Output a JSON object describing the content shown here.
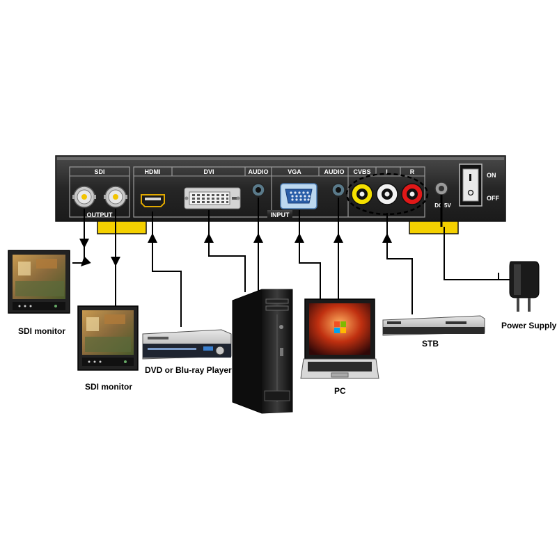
{
  "panel": {
    "sdi_label": "SDI",
    "hdmi_label": "HDMI",
    "dvi_label": "DVI",
    "audio1_label": "AUDIO",
    "vga_label": "VGA",
    "audio2_label": "AUDIO",
    "cvbs_label": "CVBS",
    "l_label": "L",
    "r_label": "R",
    "output_label": "OUTPUT",
    "input_label": "INPUT",
    "dc_label": "DC 5V",
    "on_label": "ON",
    "off_label": "OFF"
  },
  "devices": {
    "sdi_monitor_1": "SDI monitor",
    "sdi_monitor_2": "SDI monitor",
    "dvd_player": "DVD or Blu-ray Player",
    "pc": "PC",
    "stb": "STB",
    "power_supply": "Power Supply"
  },
  "colors": {
    "panel": "#2b2b2b",
    "panel_border": "#9a9a9a",
    "highlight": "#f4d000",
    "rca_yellow": "#f5e000",
    "rca_white": "#f2f2f2",
    "rca_red": "#e01818"
  }
}
